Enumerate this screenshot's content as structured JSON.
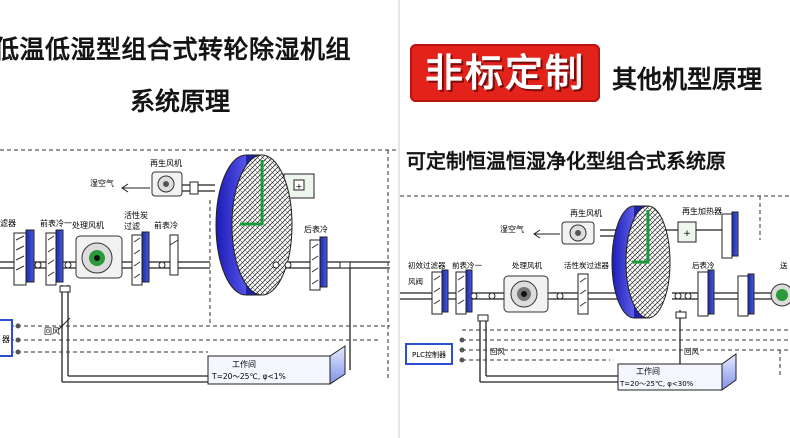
{
  "left": {
    "title_line1": "低温低湿型组合式转轮除湿机组",
    "title_line2": "系统原理",
    "labels": {
      "exhaust": "湿空气",
      "regen_fan": "再生风机",
      "filter": "滤器",
      "pre_cool": "前表冷一",
      "process_fan": "处理风机",
      "carbon_filter_1": "活性炭",
      "carbon_filter_2": "过滤",
      "pre_cool_2": "前表冷",
      "post_cool": "后表冷",
      "return_air": "回风",
      "controller": "器",
      "room": "工作间",
      "room_spec": "T=20～25℃, φ<1%"
    }
  },
  "right": {
    "badge": "非标定制",
    "title_other": "其他机型原理",
    "subtitle": "可定制恒温恒湿净化型组合式系统原",
    "labels": {
      "exhaust": "湿空气",
      "regen_fan": "再生风机",
      "regen_heater": "再生加热器",
      "primary_filter": "初效过滤器",
      "pre_cool": "前表冷一",
      "process_fan": "处理风机",
      "carbon_filter": "活性炭过滤器",
      "post_cool": "后表冷",
      "air_valve": "风阀",
      "supply": "送",
      "return_air": "回风",
      "return_air_2": "回风",
      "controller": "PLC控制器",
      "room": "工作间",
      "room_spec": "T=20～25℃, φ<30%"
    }
  },
  "colors": {
    "badge_red": "#e3221b",
    "rotor_blue": "#3a3ad0",
    "coil_blue": "#2633b8",
    "controller_blue": "#2b4fd0"
  }
}
